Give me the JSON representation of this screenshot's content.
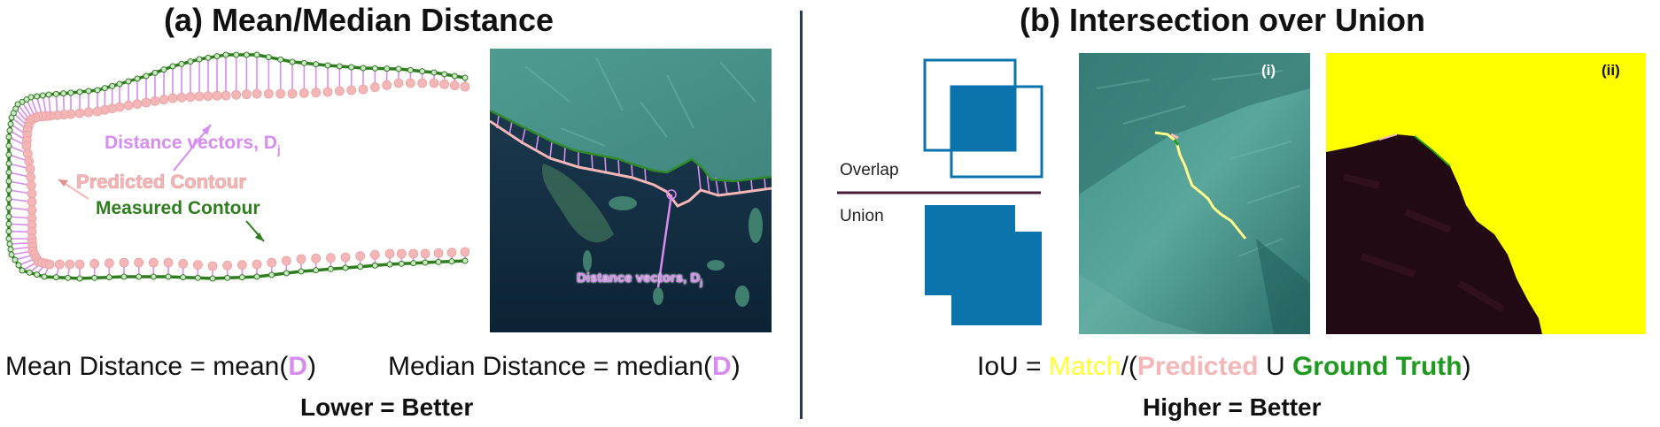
{
  "left": {
    "title": "(a) Mean/Median Distance",
    "diagram": {
      "distance_vectors_label": "Distance vectors, D",
      "distance_vectors_sub": "j",
      "predicted_contour_label": "Predicted Contour",
      "measured_contour_label": "Measured Contour"
    },
    "photo": {
      "distance_vectors_label": "Distance vectors, D",
      "distance_vectors_sub": "j"
    },
    "formula_mean_prefix": "Mean Distance = mean(",
    "formula_median_prefix": "Median Distance = median(",
    "formula_symbol": "D",
    "formula_suffix": ")",
    "verdict": "Lower = Better"
  },
  "right": {
    "title": "(b) Intersection over Union",
    "overlap_label": "Overlap",
    "union_label": "Union",
    "panel_i_label": "(i)",
    "panel_ii_label": "(ii)",
    "formula": {
      "prefix": "IoU = ",
      "match": "Match",
      "slash": "/(",
      "predicted": "Predicted",
      "union_op": " U ",
      "ground_truth": "Ground Truth",
      "suffix": ")"
    },
    "verdict": "Higher = Better"
  },
  "colors": {
    "measured_contour": "#2e7d1e",
    "predicted_contour": "#f4b6b6",
    "distance_vectors": "#d98cf0",
    "iou_blue": "#0b74ac",
    "match": "#ffff33",
    "ground_truth": "#1f9a1f",
    "divider": "#1f3a5a"
  }
}
